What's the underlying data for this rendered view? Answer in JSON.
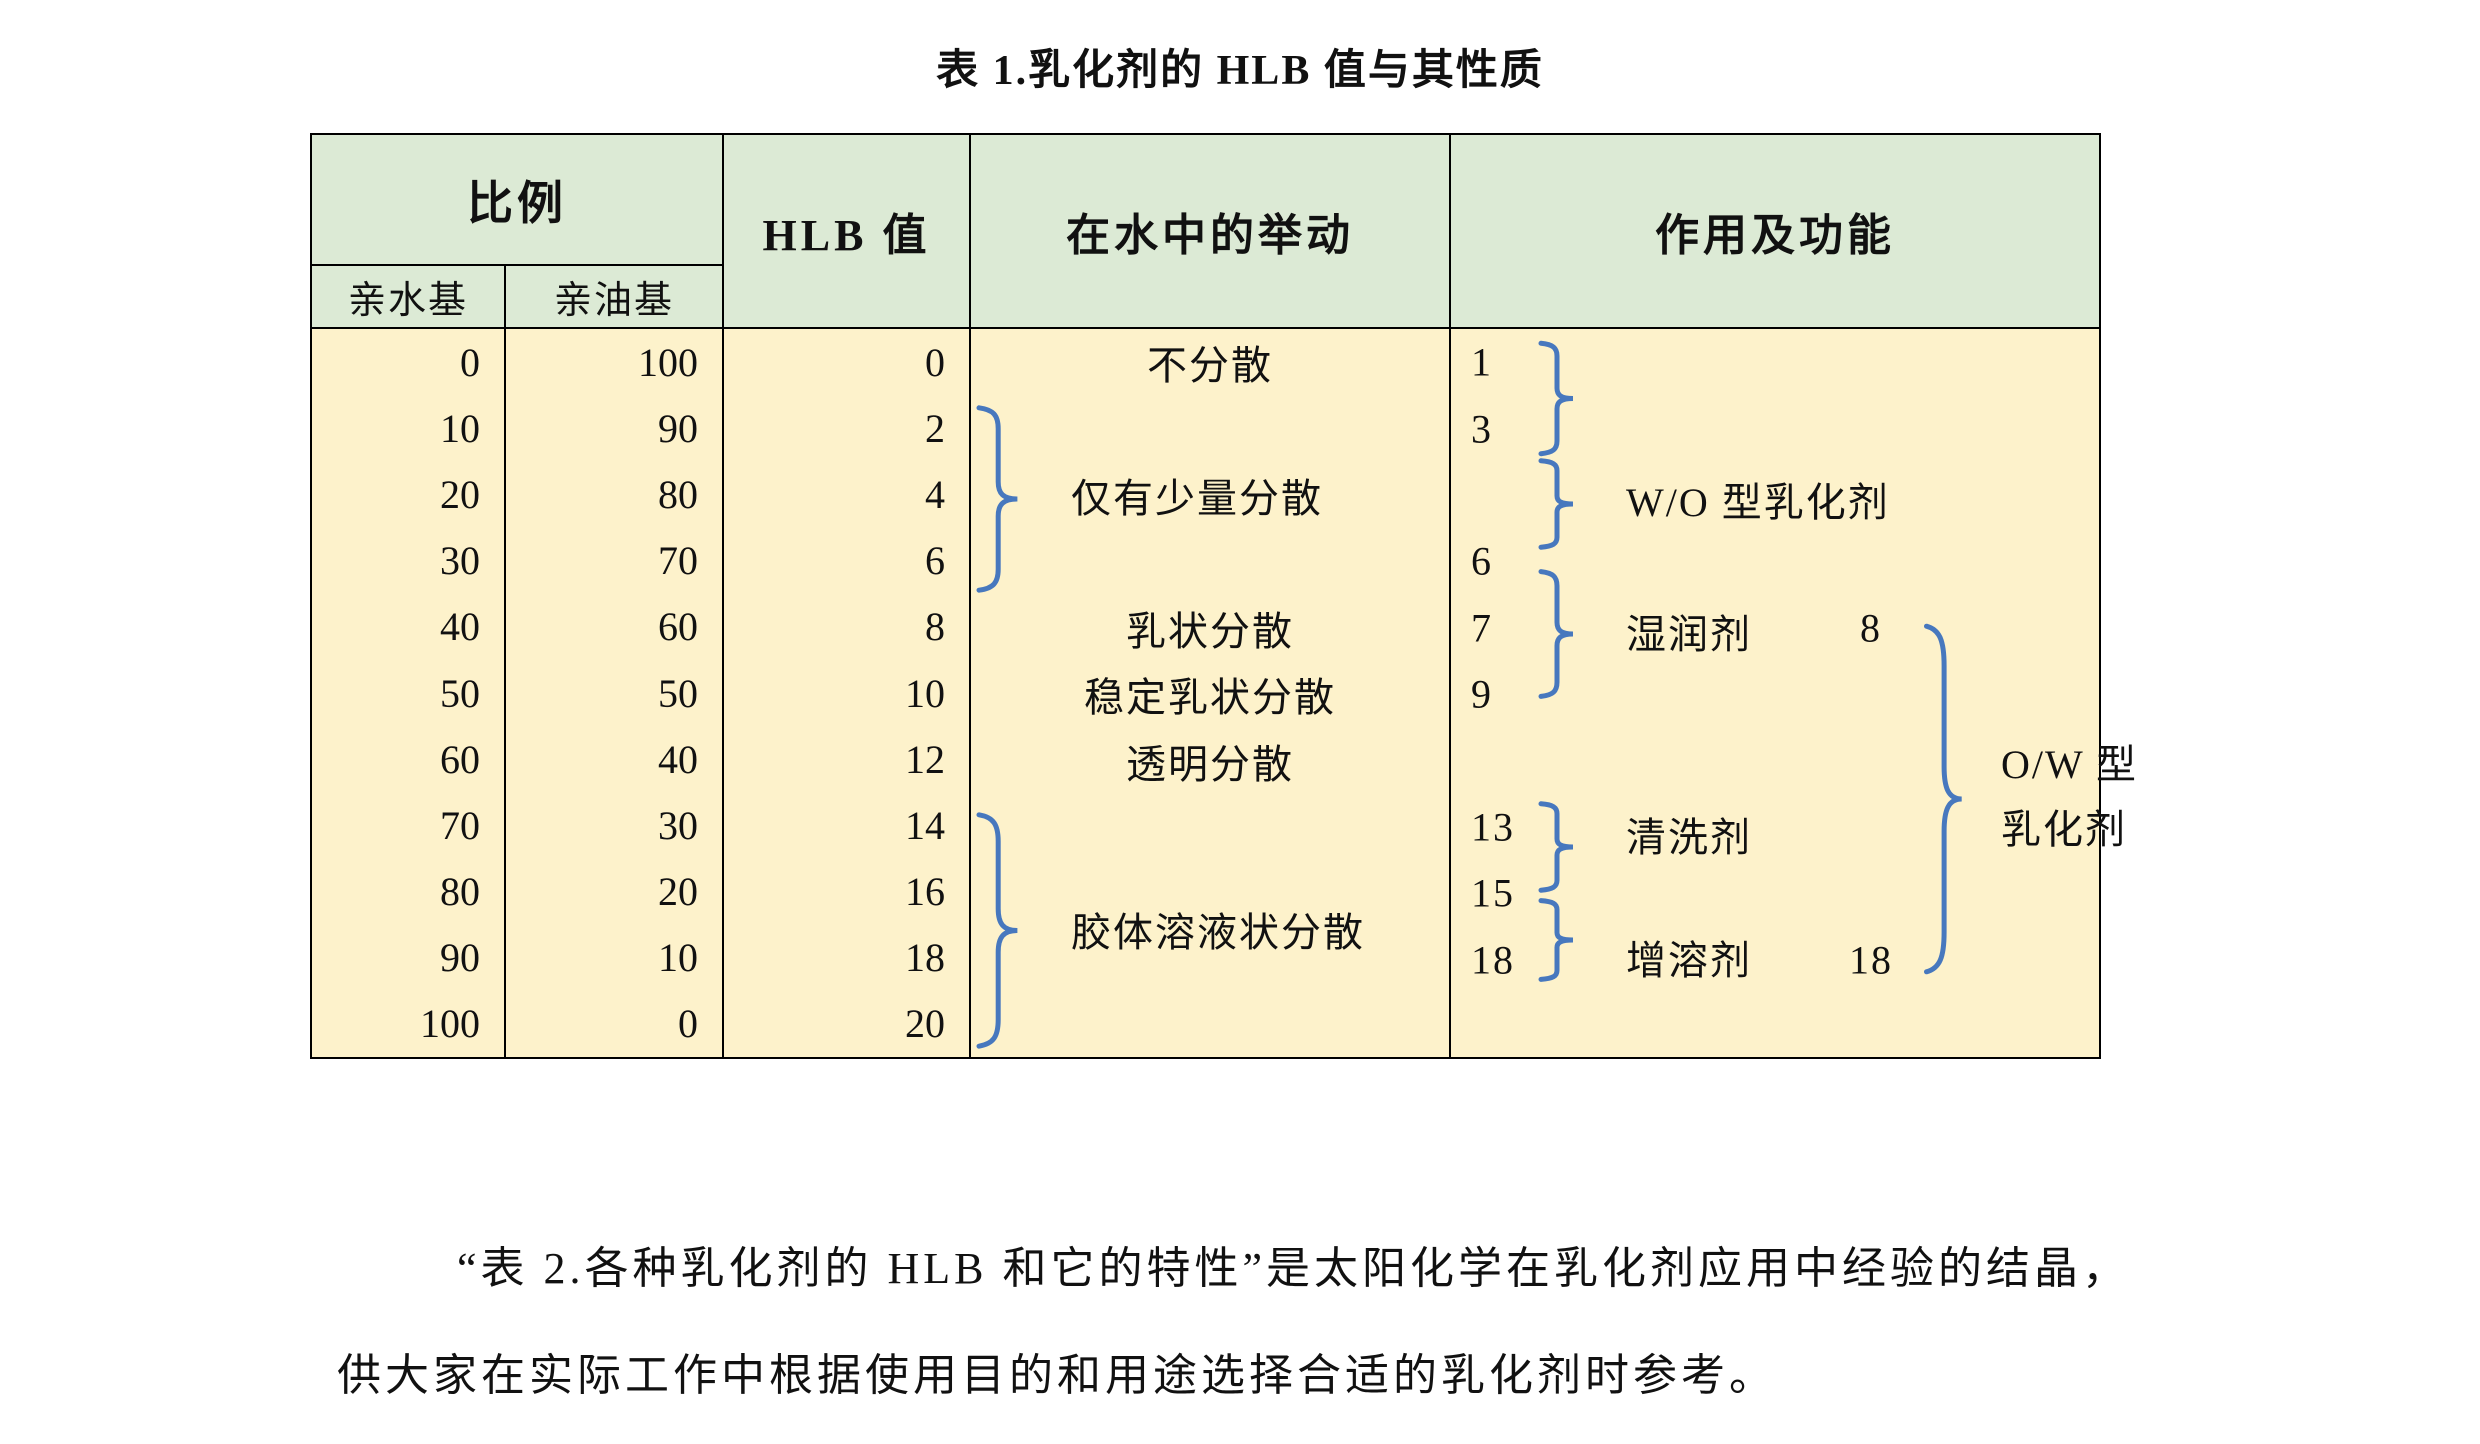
{
  "page": {
    "title": "表 1.乳化剂的 HLB 值与其性质",
    "paragraph_line1": "“表 2.各种乳化剂的 HLB 和它的特性”是太阳化学在乳化剂应用中经验的结晶，",
    "paragraph_line2": "供大家在实际工作中根据使用目的和用途选择合适的乳化剂时参考。"
  },
  "table": {
    "header": {
      "ratio": "比例",
      "hydrophilic": "亲水基",
      "lipophilic": "亲油基",
      "hlb": "HLB 值",
      "behavior": "在水中的举动",
      "function": "作用及功能"
    },
    "rows": [
      {
        "hydro": "0",
        "lipo": "100",
        "hlb": "0"
      },
      {
        "hydro": "10",
        "lipo": "90",
        "hlb": "2"
      },
      {
        "hydro": "20",
        "lipo": "80",
        "hlb": "4"
      },
      {
        "hydro": "30",
        "lipo": "70",
        "hlb": "6"
      },
      {
        "hydro": "40",
        "lipo": "60",
        "hlb": "8"
      },
      {
        "hydro": "50",
        "lipo": "50",
        "hlb": "10"
      },
      {
        "hydro": "60",
        "lipo": "40",
        "hlb": "12"
      },
      {
        "hydro": "70",
        "lipo": "30",
        "hlb": "14"
      },
      {
        "hydro": "80",
        "lipo": "20",
        "hlb": "16"
      },
      {
        "hydro": "90",
        "lipo": "10",
        "hlb": "18"
      },
      {
        "hydro": "100",
        "lipo": "0",
        "hlb": "20"
      }
    ],
    "behavior": {
      "no_dispersion": "不分散",
      "slight_dispersion": "仅有少量分散",
      "milky_dispersion": "乳状分散",
      "stable_milky_dispersion": "稳定乳状分散",
      "transparent_dispersion": "透明分散",
      "colloidal_dispersion": "胶体溶液状分散"
    },
    "function": {
      "n1": "1",
      "n3": "3",
      "n6": "6",
      "n7": "7",
      "n9": "9",
      "n8": "8",
      "n13": "13",
      "n15": "15",
      "n18a": "18",
      "n18b": "18",
      "wo_label": "W/O 型乳化剂",
      "wetting_label": "湿润剂",
      "cleaning_label": "清洗剂",
      "solubilizing_label": "增溶剂",
      "ow_label_line1": "O/W 型",
      "ow_label_line2": "乳化剂"
    }
  },
  "colors": {
    "header_bg": "#dcead5",
    "body_bg": "#fdf2cb",
    "brace": "#4778be"
  }
}
